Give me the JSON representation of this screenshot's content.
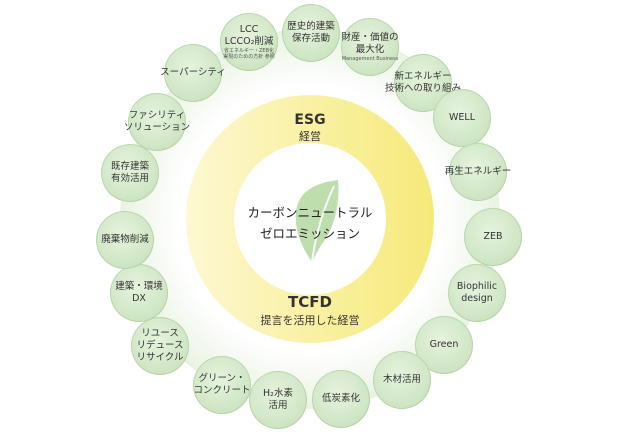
{
  "center": {
    "line1": "カーボンニュートラル",
    "line2": "ゼロエミッション"
  },
  "esg": {
    "title": "ESG",
    "subtitle": "経営"
  },
  "tcfd": {
    "title": "TCFD",
    "subtitle": "提言を活用した経営"
  },
  "colors": {
    "ring_yellow": "#f7ee8e",
    "bubble_green": "#cfe6c4",
    "leaf_green": "#9fcf8a"
  },
  "bubbles": [
    {
      "l1": "LCC",
      "l2": "LCCO₂削減",
      "sub": "省エネルギー・ZEB化",
      "sub2": "実現のための方針 参照"
    },
    {
      "l1": "歴史的建築",
      "l2": "保存活動"
    },
    {
      "l1": "財産・価値の",
      "l2": "最大化",
      "sub": "Management Business"
    },
    {
      "l1": "新エネルギー",
      "l2": "技術への取り組み"
    },
    {
      "l1": "WELL"
    },
    {
      "l1": "再生エネルギー"
    },
    {
      "l1": "ZEB"
    },
    {
      "l1": "Biophilic",
      "l2": "design"
    },
    {
      "l1": "Green"
    },
    {
      "l1": "木材活用"
    },
    {
      "l1": "低炭素化"
    },
    {
      "l1": "H₂水素",
      "l2": "活用"
    },
    {
      "l1": "グリーン・",
      "l2": "コンクリート"
    },
    {
      "l1": "リユース",
      "l2": "リデュース",
      "sub": "",
      "l3": "リサイクル"
    },
    {
      "l1": "建築・環境",
      "l2": "DX"
    },
    {
      "l1": "廃棄物削減"
    },
    {
      "l1": "既存建築",
      "l2": "有効活用"
    },
    {
      "l1": "ファシリティ",
      "l2": "ソリューション"
    },
    {
      "l1": "スーパーシティ"
    }
  ]
}
